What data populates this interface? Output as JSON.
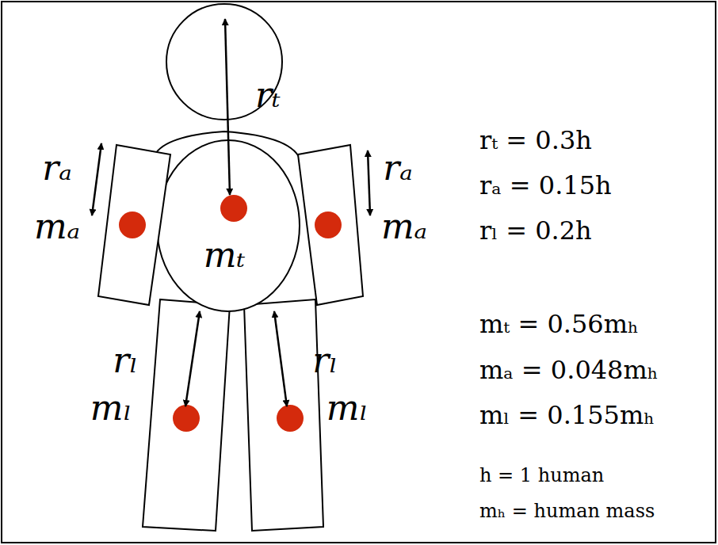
{
  "diagram": {
    "labels": [
      "rₜ",
      "rₐ",
      "rₐ",
      "mₐ",
      "mₜ",
      "mₐ",
      "rₗ",
      "rₗ",
      "mₗ",
      "mₗ",
      "rₜ = 0.3h",
      "rₐ = 0.15h",
      "rₗ = 0.2h",
      "mₜ = 0.56mₕ",
      "mₐ = 0.048mₕ",
      "mₗ = 0.155mₕ",
      "h = 1 human",
      "mₕ = human mass"
    ]
  }
}
